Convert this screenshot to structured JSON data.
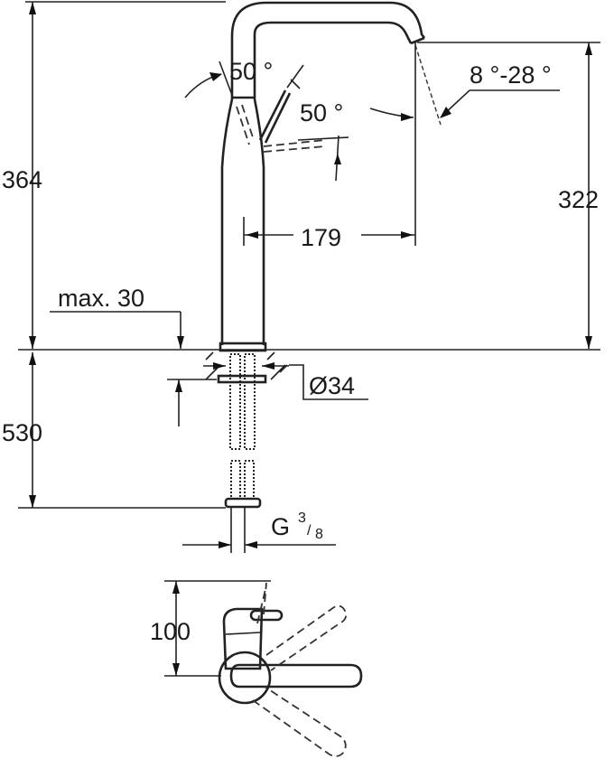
{
  "drawing": {
    "type": "technical dimension drawing",
    "subject": "single-lever basin mixer tap",
    "dimensions": {
      "total_height": "364",
      "spout_height": "322",
      "spout_reach": "179",
      "below_counter": "530",
      "max_counter_thickness": "max. 30",
      "hole_diameter": "Ø34",
      "connection_thread_prefix": "G",
      "connection_thread_num": "3",
      "connection_thread_den": "8",
      "lever_height_top_view": "100"
    },
    "angles": {
      "lever_left": "50 °",
      "lever_right": "50 °",
      "spout_swivel": "8 °-28 °"
    }
  }
}
